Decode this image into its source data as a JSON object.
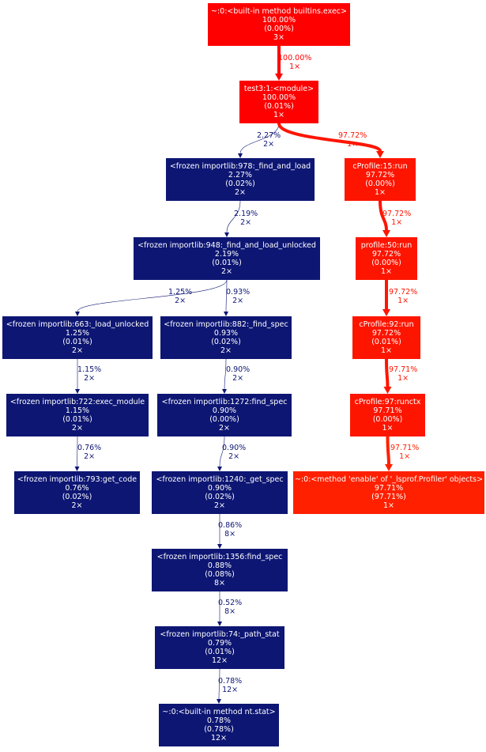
{
  "colors": {
    "red": "#ff0000",
    "orange_red": "#ff2000",
    "red_mid": "#fe1500",
    "navy": "#0d1673",
    "edge_blue": "#0d1673"
  },
  "nodes": [
    {
      "id": "exec",
      "lines": [
        "~:0:<built-in method builtins.exec>",
        "100.00%",
        "(0.00%)",
        "3×"
      ],
      "color": "#ff0000"
    },
    {
      "id": "module",
      "lines": [
        "test3:1:<module>",
        "100.00%",
        "(0.01%)",
        "1×"
      ],
      "color": "#ff0000"
    },
    {
      "id": "find_and_load",
      "lines": [
        "<frozen importlib:978:_find_and_load",
        "2.27%",
        "(0.02%)",
        "2×"
      ],
      "color": "#0d1673"
    },
    {
      "id": "cprofile_run",
      "lines": [
        "cProfile:15:run",
        "97.72%",
        "(0.00%)",
        "1×"
      ],
      "color": "#fe1500"
    },
    {
      "id": "find_and_load_unlocked",
      "lines": [
        "<frozen importlib:948:_find_and_load_unlocked",
        "2.19%",
        "(0.01%)",
        "2×"
      ],
      "color": "#0d1673"
    },
    {
      "id": "profile_run",
      "lines": [
        "profile:50:run",
        "97.72%",
        "(0.00%)",
        "1×"
      ],
      "color": "#fe1500"
    },
    {
      "id": "load_unlocked",
      "lines": [
        "<frozen importlib:663:_load_unlocked",
        "1.25%",
        "(0.01%)",
        "2×"
      ],
      "color": "#0d1673"
    },
    {
      "id": "find_spec_882",
      "lines": [
        "<frozen importlib:882:_find_spec",
        "0.93%",
        "(0.02%)",
        "2×"
      ],
      "color": "#0d1673"
    },
    {
      "id": "cprofile_92",
      "lines": [
        "cProfile:92:run",
        "97.72%",
        "(0.01%)",
        "1×"
      ],
      "color": "#fe1500"
    },
    {
      "id": "exec_module",
      "lines": [
        "<frozen importlib:722:exec_module",
        "1.15%",
        "(0.01%)",
        "2×"
      ],
      "color": "#0d1673"
    },
    {
      "id": "find_spec_1272",
      "lines": [
        "<frozen importlib:1272:find_spec",
        "0.90%",
        "(0.00%)",
        "2×"
      ],
      "color": "#0d1673"
    },
    {
      "id": "runctx",
      "lines": [
        "cProfile:97:runctx",
        "97.71%",
        "(0.00%)",
        "1×"
      ],
      "color": "#fe1500"
    },
    {
      "id": "get_code",
      "lines": [
        "<frozen importlib:793:get_code",
        "0.76%",
        "(0.02%)",
        "2×"
      ],
      "color": "#0d1673"
    },
    {
      "id": "get_spec",
      "lines": [
        "<frozen importlib:1240:_get_spec",
        "0.90%",
        "(0.02%)",
        "2×"
      ],
      "color": "#0d1673"
    },
    {
      "id": "enable",
      "lines": [
        "~:0:<method 'enable' of '_lsprof.Profiler' objects>",
        "97.71%",
        "(97.71%)",
        "1×"
      ],
      "color": "#ff2000"
    },
    {
      "id": "find_spec_1356",
      "lines": [
        "<frozen importlib:1356:find_spec",
        "0.88%",
        "(0.08%)",
        "8×"
      ],
      "color": "#0d1673"
    },
    {
      "id": "path_stat",
      "lines": [
        "<frozen importlib:74:_path_stat",
        "0.79%",
        "(0.01%)",
        "12×"
      ],
      "color": "#0d1673"
    },
    {
      "id": "nt_stat",
      "lines": [
        "~:0:<built-in method nt.stat>",
        "0.78%",
        "(0.78%)",
        "12×"
      ],
      "color": "#0d1673"
    }
  ],
  "edges": [
    {
      "from": "exec",
      "to": "module",
      "pct": "100.00%",
      "count": "1×",
      "color": "#ff0000",
      "weight": 4
    },
    {
      "from": "module",
      "to": "find_and_load",
      "pct": "2.27%",
      "count": "2×",
      "color": "#0d1673",
      "weight": 0.6
    },
    {
      "from": "module",
      "to": "cprofile_run",
      "pct": "97.72%",
      "count": "1×",
      "color": "#fe1500",
      "weight": 4
    },
    {
      "from": "find_and_load",
      "to": "find_and_load_unlocked",
      "pct": "2.19%",
      "count": "2×",
      "color": "#0d1673",
      "weight": 0.6
    },
    {
      "from": "cprofile_run",
      "to": "profile_run",
      "pct": "97.72%",
      "count": "1×",
      "color": "#fe1500",
      "weight": 4
    },
    {
      "from": "find_and_load_unlocked",
      "to": "load_unlocked",
      "pct": "1.25%",
      "count": "2×",
      "color": "#0d1673",
      "weight": 0.6
    },
    {
      "from": "find_and_load_unlocked",
      "to": "find_spec_882",
      "pct": "0.93%",
      "count": "2×",
      "color": "#0d1673",
      "weight": 0.6
    },
    {
      "from": "profile_run",
      "to": "cprofile_92",
      "pct": "97.72%",
      "count": "1×",
      "color": "#fe1500",
      "weight": 4
    },
    {
      "from": "load_unlocked",
      "to": "exec_module",
      "pct": "1.15%",
      "count": "2×",
      "color": "#0d1673",
      "weight": 0.6
    },
    {
      "from": "find_spec_882",
      "to": "find_spec_1272",
      "pct": "0.90%",
      "count": "2×",
      "color": "#0d1673",
      "weight": 0.6
    },
    {
      "from": "cprofile_92",
      "to": "runctx",
      "pct": "97.71%",
      "count": "1×",
      "color": "#fe1500",
      "weight": 4
    },
    {
      "from": "exec_module",
      "to": "get_code",
      "pct": "0.76%",
      "count": "2×",
      "color": "#0d1673",
      "weight": 0.6
    },
    {
      "from": "find_spec_1272",
      "to": "get_spec",
      "pct": "0.90%",
      "count": "2×",
      "color": "#0d1673",
      "weight": 0.6
    },
    {
      "from": "runctx",
      "to": "enable",
      "pct": "97.71%",
      "count": "1×",
      "color": "#ff2000",
      "weight": 4
    },
    {
      "from": "get_spec",
      "to": "find_spec_1356",
      "pct": "0.86%",
      "count": "8×",
      "color": "#0d1673",
      "weight": 0.6
    },
    {
      "from": "find_spec_1356",
      "to": "path_stat",
      "pct": "0.52%",
      "count": "8×",
      "color": "#0d1673",
      "weight": 0.6
    },
    {
      "from": "path_stat",
      "to": "nt_stat",
      "pct": "0.78%",
      "count": "12×",
      "color": "#0d1673",
      "weight": 0.6
    }
  ]
}
